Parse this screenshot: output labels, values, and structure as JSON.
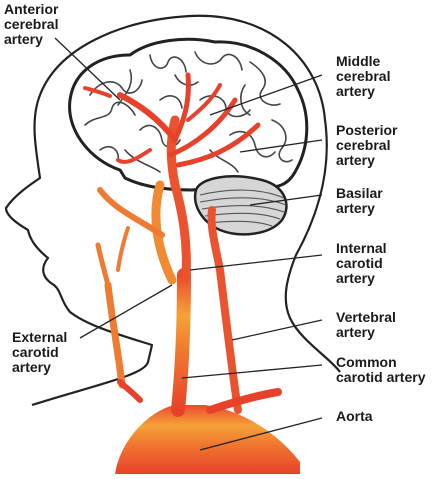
{
  "labels": {
    "anterior_cerebral": "Anterior\ncerebral\nartery",
    "middle_cerebral": "Middle\ncerebral\nartery",
    "posterior_cerebral": "Posterior\ncerebral\nartery",
    "basilar": "Basilar\nartery",
    "internal_carotid": "Internal\ncarotid\nartery",
    "external_carotid": "External\ncarotid\nartery",
    "vertebral": "Vertebral\nartery",
    "common_carotid": "Common\ncarotid artery",
    "aorta": "Aorta"
  },
  "colors": {
    "artery_dark": "#e8412b",
    "artery_light": "#f6a23a",
    "outline": "#222222",
    "brain_fill": "#ffffff",
    "cerebellum_fill": "#d6d6d6"
  }
}
